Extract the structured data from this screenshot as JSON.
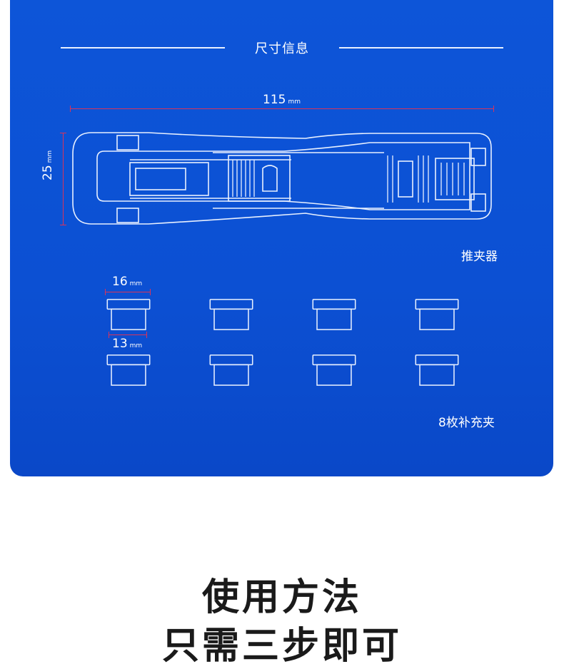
{
  "section": {
    "title": "尺寸信息"
  },
  "dimensions": {
    "length": {
      "value": "115",
      "unit": "mm"
    },
    "height": {
      "value": "25",
      "unit": "mm"
    },
    "clip_width": {
      "value": "16",
      "unit": "mm"
    },
    "clip_inner": {
      "value": "13",
      "unit": "mm"
    }
  },
  "captions": {
    "device": "推夹器",
    "clips": "8枚补充夹"
  },
  "heading": {
    "line1": "使用方法",
    "line2": "只需三步即可"
  },
  "colors": {
    "panel": "#0d55d8",
    "dimension_line": "#d9335a",
    "outline": "#e8f0ff"
  }
}
